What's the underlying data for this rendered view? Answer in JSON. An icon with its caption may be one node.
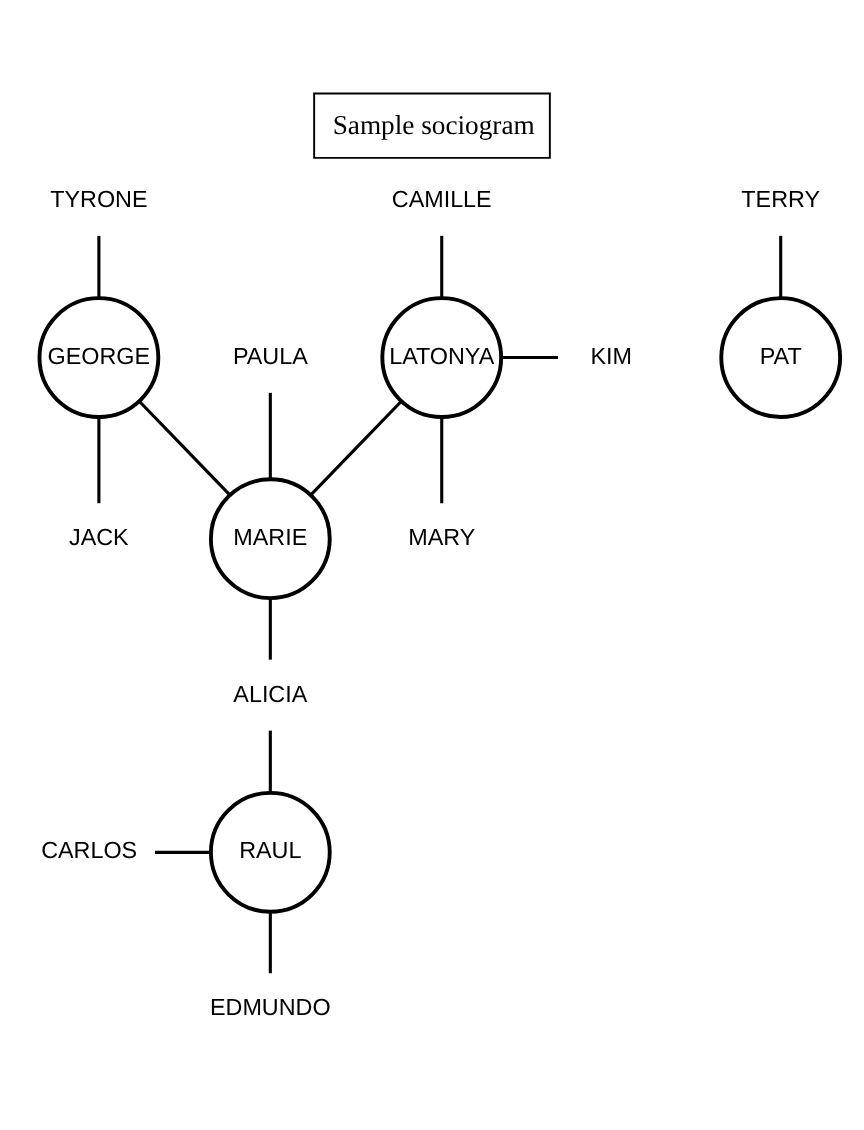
{
  "diagram": {
    "title": "Sample sociogram",
    "nodes": [
      {
        "text": [
          "TYRONE"
        ]
      },
      {
        "text": [
          "CAMILLE"
        ]
      },
      {
        "text": [
          "GEORGE"
        ]
      },
      {
        "text": [
          "LATONYA"
        ]
      },
      {
        "text": [
          "KIM"
        ]
      },
      {
        "text": [
          "JACK"
        ]
      },
      {
        "text": [
          "PAULA"
        ]
      },
      {
        "text": [
          "MARY"
        ]
      },
      {
        "text": [
          "MARIE"
        ]
      },
      {
        "text": [
          "ALICIA"
        ]
      },
      {
        "text": [
          "TERRY"
        ]
      },
      {
        "text": [
          "PAT"
        ]
      },
      {
        "text": [
          "CARLOS"
        ]
      },
      {
        "text": [
          "RAUL"
        ]
      },
      {
        "text": [
          "EDMUNDO"
        ]
      }
    ],
    "edges": [
      {
        "from": 0,
        "to": 2,
        "arrow": "none"
      },
      {
        "from": 1,
        "to": 3,
        "arrow": "none"
      },
      {
        "from": 3,
        "to": 4,
        "arrow": "none"
      },
      {
        "from": 2,
        "to": 5,
        "arrow": "none"
      },
      {
        "from": 6,
        "to": 8,
        "arrow": "none"
      },
      {
        "from": 3,
        "to": 7,
        "arrow": "none"
      },
      {
        "from": 2,
        "to": 8,
        "arrow": "none"
      },
      {
        "from": 3,
        "to": 8,
        "arrow": "none"
      },
      {
        "from": 8,
        "to": 9,
        "arrow": "none"
      },
      {
        "from": 9,
        "to": 13,
        "arrow": "none"
      },
      {
        "from": 10,
        "to": 11,
        "arrow": "none"
      },
      {
        "from": 12,
        "to": 13,
        "arrow": "none"
      },
      {
        "from": 13,
        "to": 14,
        "arrow": "none"
      }
    ]
  }
}
